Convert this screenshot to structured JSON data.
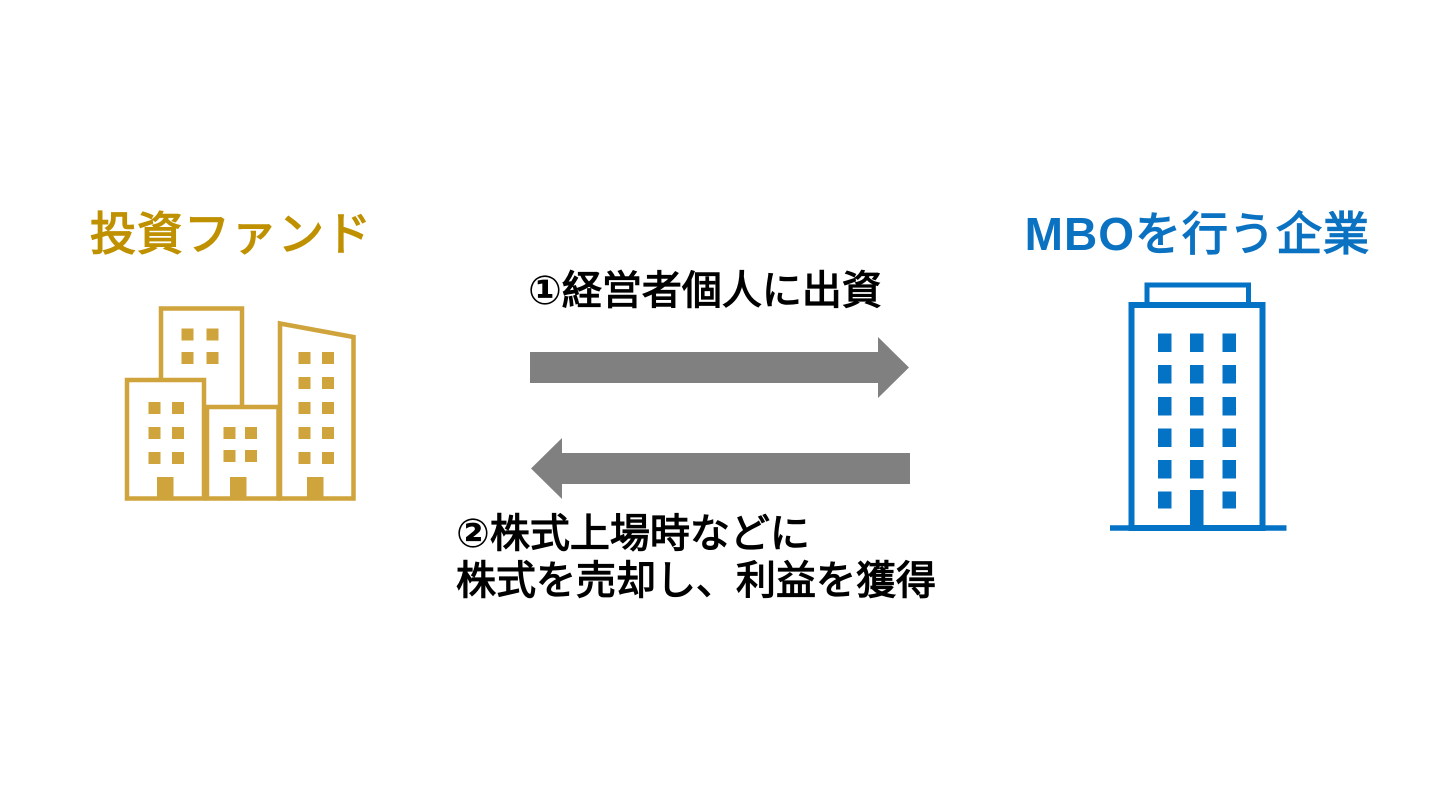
{
  "background_color": "#FFFFFF",
  "label_text_color": "#000000",
  "entities": {
    "investment_fund": {
      "title": "投資ファンド",
      "title_color": "#BF9000",
      "icon": "city-buildings-icon",
      "icon_color": "#CFA43C"
    },
    "mbo_company": {
      "title": "MBOを行う企業",
      "title_color": "#0B72C2",
      "icon": "office-building-icon",
      "icon_color": "#0473C5"
    }
  },
  "flows": [
    {
      "step": "1",
      "label": "①経営者個人に出資",
      "direction": "left-to-right",
      "from": "投資ファンド",
      "to": "MBOを行う企業",
      "arrow_color": "#808080"
    },
    {
      "step": "2",
      "label_line1": "②株式上場時などに",
      "label_line2": "株式を売却し、利益を獲得",
      "direction": "right-to-left",
      "from": "MBOを行う企業",
      "to": "投資ファンド",
      "arrow_color": "#808080"
    }
  ]
}
